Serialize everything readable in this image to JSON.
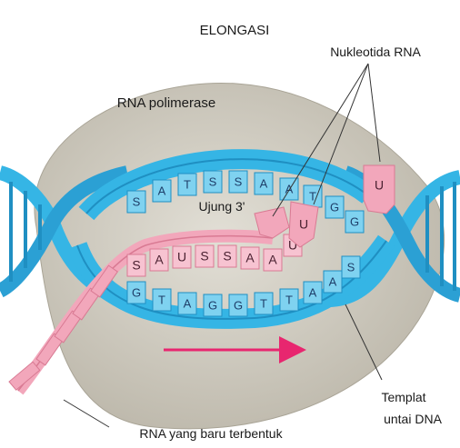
{
  "title": "ELONGASI",
  "labels": {
    "nucleotide": "Nukleotida RNA",
    "polymerase": "RNA polimerase",
    "end3": "Ujung 3'",
    "template_line1": "Templat",
    "template_line2": "untai DNA",
    "new_rna": "RNA yang baru terbentuk"
  },
  "upper_strand_bases": [
    "S",
    "A",
    "T",
    "S",
    "S",
    "A",
    "A",
    "T",
    "G",
    "G"
  ],
  "rna_bases": [
    "S",
    "A",
    "U",
    "S",
    "S",
    "A",
    "A",
    "U"
  ],
  "template_bases": [
    "G",
    "T",
    "A",
    "G",
    "G",
    "T",
    "T",
    "A",
    "A",
    "S"
  ],
  "free_nucleotide": "U",
  "colors": {
    "dna": "#35b5e5",
    "dna_dark": "#1f8fc2",
    "rna": "#f2a7bb",
    "rna_dark": "#d97a93",
    "polymerase": "#cdc9bd",
    "arrow": "#e8266f"
  }
}
